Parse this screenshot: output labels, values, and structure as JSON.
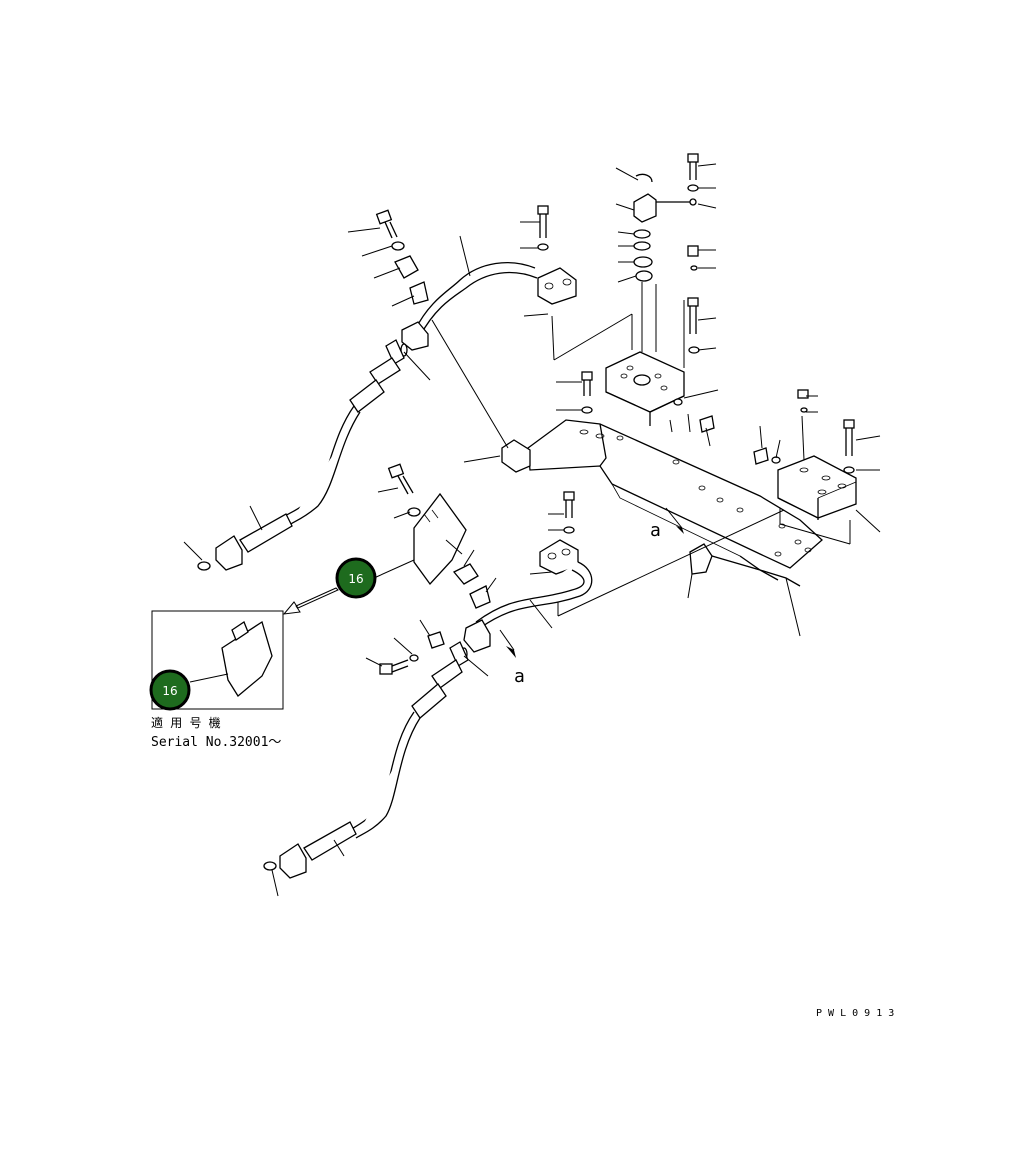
{
  "diagram": {
    "callouts": [
      {
        "number": "16",
        "color": "#1e6b1e",
        "ring": "#000000"
      },
      {
        "number": "16",
        "color": "#1e6b1e",
        "ring": "#000000"
      }
    ],
    "view_labels": {
      "a_upper": "a",
      "a_lower": "a"
    },
    "inset_caption": {
      "line1": "適 用 号 機",
      "line2": "Serial No.32001～"
    },
    "drawing_code": "P W L 0 9 1 3"
  }
}
